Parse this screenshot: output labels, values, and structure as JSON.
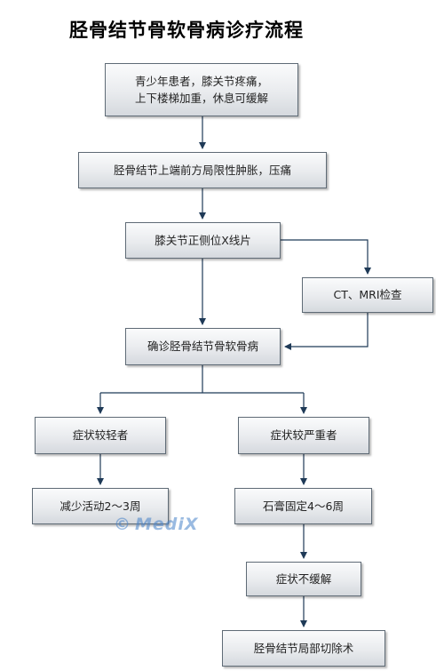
{
  "title": "胫骨结节骨软骨病诊疗流程",
  "nodes": {
    "n1": {
      "lines": [
        "青少年患者，膝关节疼痛，",
        "上下楼梯加重，休息可缓解"
      ]
    },
    "n2": {
      "lines": [
        "胫骨结节上端前方局限性肿胀，压痛"
      ]
    },
    "n3": {
      "lines": [
        "膝关节正侧位X线片"
      ]
    },
    "n4": {
      "lines": [
        "CT、MRI检查"
      ]
    },
    "n5": {
      "lines": [
        "确诊胫骨结节骨软骨病"
      ]
    },
    "n6": {
      "lines": [
        "症状较轻者"
      ]
    },
    "n7": {
      "lines": [
        "症状较严重者"
      ]
    },
    "n8": {
      "lines": [
        "减少活动2～3周"
      ]
    },
    "n9": {
      "lines": [
        "石膏固定4～6周"
      ]
    },
    "n10": {
      "lines": [
        "症状不缓解"
      ]
    },
    "n11": {
      "lines": [
        "胫骨结节局部切除术"
      ]
    }
  },
  "watermark": {
    "symbol": "©",
    "text": "MediX"
  },
  "colors": {
    "edge": "#1f3a57",
    "box_border": "#5f6b76",
    "watermark": "#4682c8"
  }
}
